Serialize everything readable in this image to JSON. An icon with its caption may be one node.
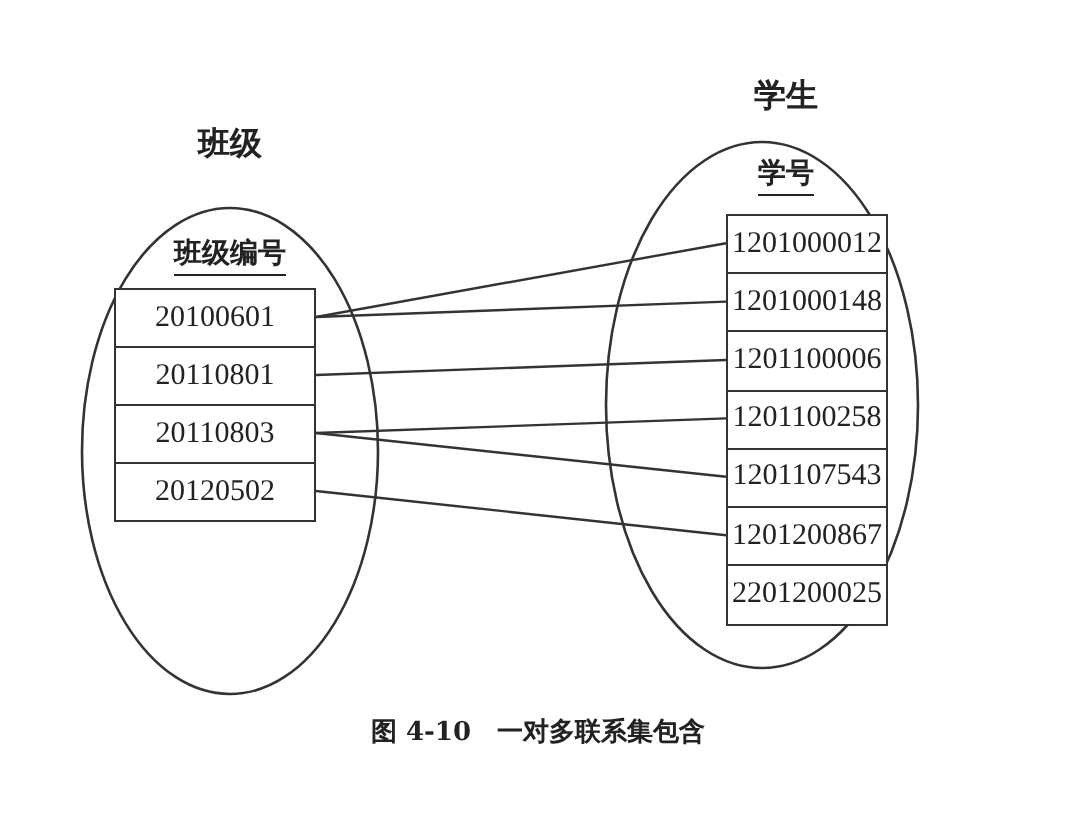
{
  "diagram": {
    "caption": "图 4-10　一对多联系集包含",
    "nodes": [
      {
        "text": [
          "班级",
          "班级编号"
        ]
      },
      {
        "text": [
          "20100601"
        ],
        "in": 0
      },
      {
        "text": [
          "20110801"
        ],
        "in": 0
      },
      {
        "text": [
          "20110803"
        ],
        "in": 0
      },
      {
        "text": [
          "20120502"
        ],
        "in": 0
      },
      {
        "text": [
          "学生",
          "学号"
        ]
      },
      {
        "text": [
          "1201000012"
        ],
        "in": 5
      },
      {
        "text": [
          "1201000148"
        ],
        "in": 5
      },
      {
        "text": [
          "1201100006"
        ],
        "in": 5
      },
      {
        "text": [
          "1201100258"
        ],
        "in": 5
      },
      {
        "text": [
          "1201107543"
        ],
        "in": 5
      },
      {
        "text": [
          "1201200867"
        ],
        "in": 5
      },
      {
        "text": [
          "2201200025"
        ],
        "in": 5
      }
    ],
    "edges": [
      {
        "from": 1,
        "to": 6,
        "arrow": "none"
      },
      {
        "from": 1,
        "to": 7,
        "arrow": "none"
      },
      {
        "from": 2,
        "to": 8,
        "arrow": "none"
      },
      {
        "from": 3,
        "to": 9,
        "arrow": "none"
      },
      {
        "from": 3,
        "to": 10,
        "arrow": "none"
      },
      {
        "from": 4,
        "to": 11,
        "arrow": "none"
      }
    ]
  }
}
